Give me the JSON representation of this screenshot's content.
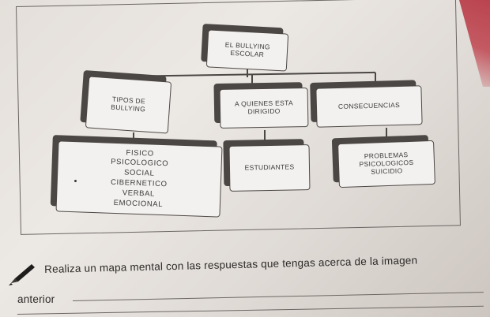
{
  "mind_map": {
    "root": {
      "lines": [
        "EL BULLYING",
        "ESCOLAR"
      ]
    },
    "branches": [
      {
        "title": [
          "TIPOS DE",
          "BULLYING"
        ],
        "items": [
          "FISICO",
          "PSICOLOGICO",
          "SOCIAL",
          "CIBERNETICO",
          "VERBAL",
          "EMOCIONAL"
        ]
      },
      {
        "title": [
          "A QUIENES ESTA",
          "DIRIGIDO"
        ],
        "items": [
          "ESTUDIANTES"
        ]
      },
      {
        "title": [
          "CONSECUENCIAS"
        ],
        "items": [
          "PROBLEMAS",
          "PSICOLOGICOS",
          "SUICIDIO"
        ]
      }
    ]
  },
  "instruction": {
    "line1": "Realiza un mapa mental con las respuestas que tengas acerca de la imagen",
    "line2": "anterior"
  },
  "icons": {
    "pencil": "pencil-icon"
  }
}
